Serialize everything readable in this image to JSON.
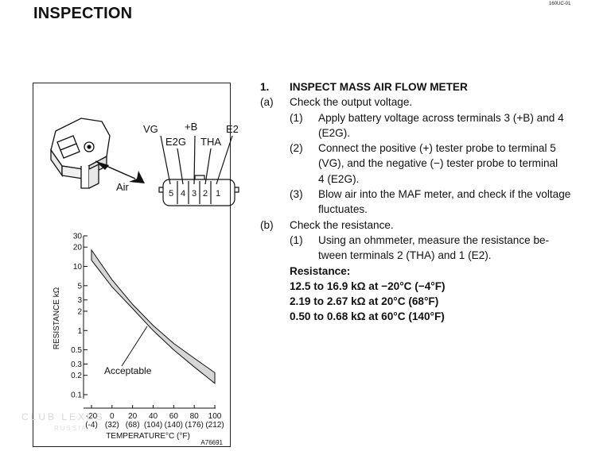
{
  "page_code": "160UC-01",
  "page_title": "INSPECTION",
  "figure": {
    "connector_labels": {
      "vg": "VG",
      "b": "+B",
      "e2": "E2",
      "e2g": "E2G",
      "tha": "THA"
    },
    "air_label": "Air",
    "terminal_numbers": [
      "5",
      "4",
      "3",
      "2",
      "1"
    ],
    "figure_code": "A76691"
  },
  "chart_data": {
    "type": "area",
    "ylabel": "RESISTANCE kΩ",
    "xlabel": "TEMPERATURE°C (°F)",
    "y_scale": "log",
    "ylim": [
      0.1,
      30
    ],
    "xlim": [
      -20,
      100
    ],
    "y_ticks": [
      "30",
      "20",
      "10",
      "5",
      "3",
      "2",
      "1",
      "0.5",
      "0.3",
      "0.2",
      "0.1"
    ],
    "x_ticks": [
      {
        "c": "-20",
        "f": "(-4)"
      },
      {
        "c": "0",
        "f": "(32)"
      },
      {
        "c": "20",
        "f": "(68)"
      },
      {
        "c": "40",
        "f": "(104)"
      },
      {
        "c": "60",
        "f": "(140)"
      },
      {
        "c": "80",
        "f": "(176)"
      },
      {
        "c": "100",
        "f": "(212)"
      }
    ],
    "band_upper": {
      "x": [
        -20,
        0,
        20,
        40,
        60,
        80,
        100
      ],
      "y": [
        18,
        6.2,
        2.55,
        1.2,
        0.63,
        0.37,
        0.22
      ]
    },
    "band_lower": {
      "x": [
        -20,
        0,
        20,
        40,
        60,
        80,
        100
      ],
      "y": [
        12.5,
        4.8,
        2.2,
        1.0,
        0.5,
        0.27,
        0.15
      ]
    },
    "annotation": "Acceptable"
  },
  "steps": {
    "s1": {
      "num": "1.",
      "title": "INSPECT MASS AIR FLOW METER"
    },
    "a": {
      "mark": "(a)",
      "text": "Check the output voltage."
    },
    "a1": {
      "mark": "(1)",
      "line1": "Apply battery voltage across terminals 3 (+B) and 4",
      "line2": "(E2G)."
    },
    "a2": {
      "mark": "(2)",
      "line1": "Connect the positive (+) tester probe to terminal 5",
      "line2": "(VG), and the negative (−) tester probe to terminal",
      "line3": "4 (E2G)."
    },
    "a3": {
      "mark": "(3)",
      "line1": "Blow air into the MAF meter, and check if the voltage",
      "line2": "fluctuates."
    },
    "b": {
      "mark": "(b)",
      "text": "Check the resistance."
    },
    "b1": {
      "mark": "(1)",
      "line1": "Using an ohmmeter, measure the resistance be-",
      "line2": "tween terminals 2 (THA) and 1 (E2)."
    }
  },
  "resistance": {
    "heading": "Resistance:",
    "spec1": "12.5 to 16.9 kΩ at −20°C (−4°F)",
    "spec2": "2.19 to 2.67 kΩ at 20°C (68°F)",
    "spec3": "0.50 to 0.68 kΩ at 60°C (140°F)"
  },
  "watermark": {
    "line1": "CLUB LEXUS",
    "line2": "RUSSIA"
  }
}
